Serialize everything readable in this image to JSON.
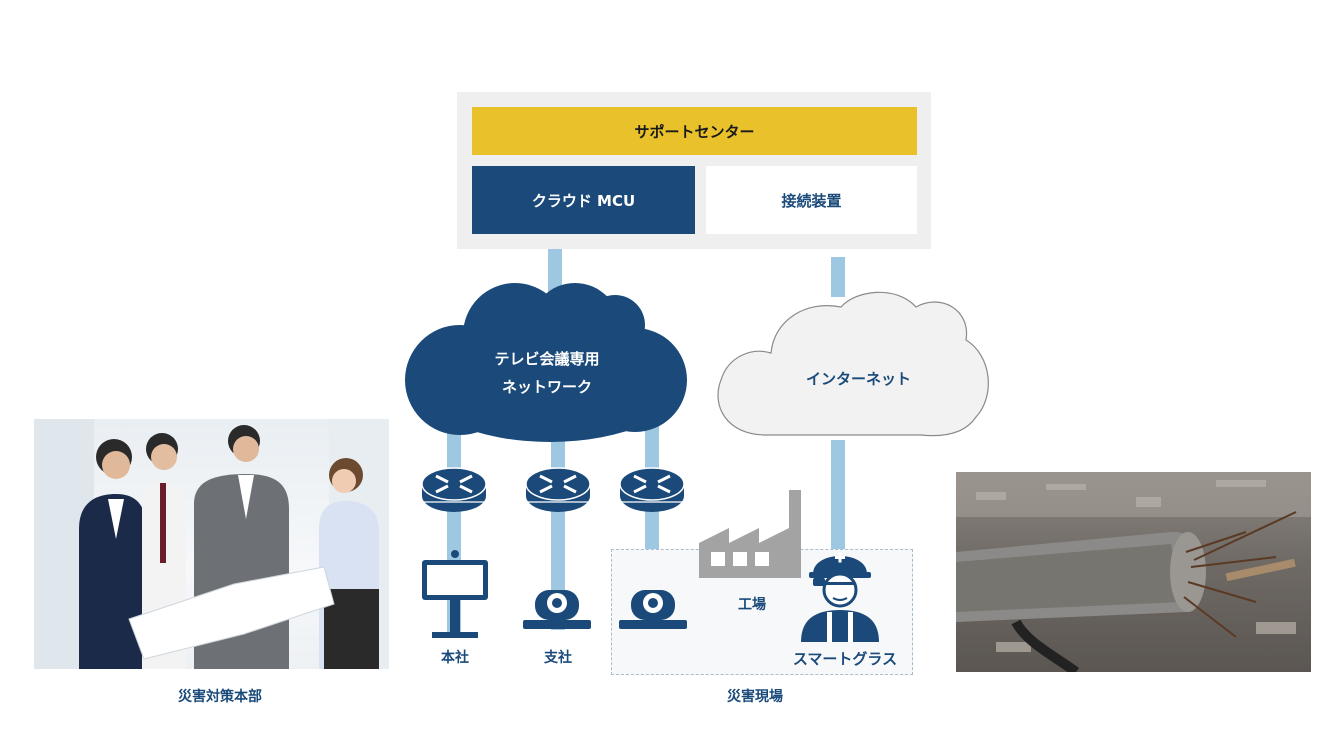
{
  "support_center": {
    "title": "サポートセンター",
    "cloud_mcu": "クラウド MCU",
    "connection_device": "接続装置"
  },
  "clouds": {
    "video_network_line1": "テレビ会議専用",
    "video_network_line2": "ネットワーク",
    "internet": "インターネット"
  },
  "endpoints": {
    "headquarters": "本社",
    "branch": "支社",
    "factory": "工場",
    "smart_glasses": "スマートグラス"
  },
  "captions": {
    "disaster_hq": "災害対策本部",
    "disaster_site": "災害現場"
  },
  "colors": {
    "navy": "#1b4a7a",
    "yellow": "#e9c12a",
    "line_blue": "#9ec8e2",
    "cloud_gray": "#f2f2f2"
  },
  "icons": [
    "router-icon",
    "video-terminal-icon",
    "room-camera-icon",
    "factory-icon",
    "worker-helmet-icon"
  ]
}
